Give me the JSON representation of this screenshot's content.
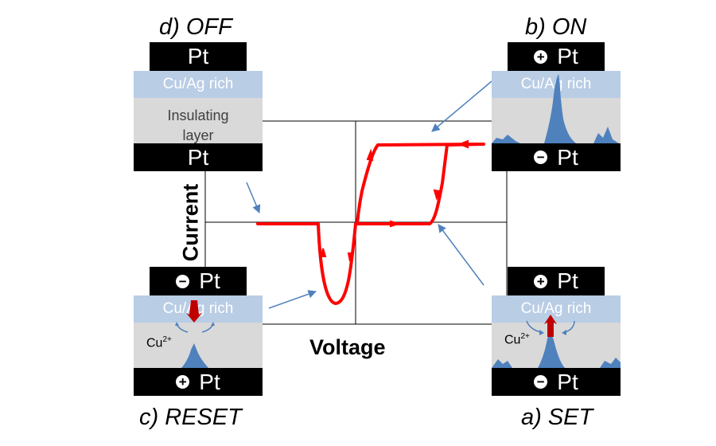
{
  "states": {
    "off": {
      "title": "d) OFF",
      "top_electrode": "Pt",
      "rich_layer": "Cu/Ag rich",
      "insulating_label": "Insulating layer",
      "bottom_electrode": "Pt"
    },
    "on": {
      "title": "b) ON",
      "top_electrode": "Pt",
      "rich_layer": "Cu/Ag rich",
      "bottom_electrode": "Pt"
    },
    "reset": {
      "title": "c) RESET",
      "top_electrode": "Pt",
      "rich_layer": "Cu/Ag rich",
      "ion_label": "Cu",
      "ion_charge": "2+",
      "bottom_electrode": "Pt"
    },
    "set": {
      "title": "a) SET",
      "top_electrode": "Pt",
      "rich_layer": "Cu/Ag rich",
      "ion_label": "Cu",
      "ion_charge": "2+",
      "bottom_electrode": "Pt"
    }
  },
  "axes": {
    "xlabel": "Voltage",
    "ylabel": "Current"
  },
  "colors": {
    "curve": "#ff0000",
    "pointer": "#4f81bd",
    "rich_layer": "#b9cde5",
    "insulating": "#d9d9d9",
    "filament": "#4f81bd",
    "electrode": "#000000",
    "ion_arrow": "#c00000"
  },
  "icons": {
    "plus": "plus-circle-icon",
    "minus": "minus-circle-icon"
  }
}
